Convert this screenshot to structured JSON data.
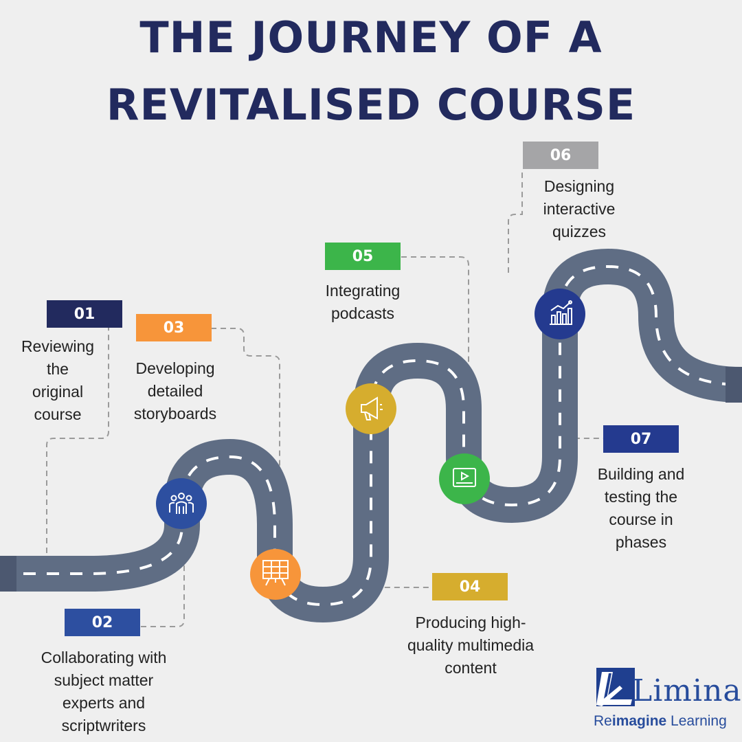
{
  "title": {
    "line1": "THE JOURNEY OF A",
    "line2": "REVITALISED COURSE"
  },
  "steps": [
    {
      "number": "01",
      "text_lines": [
        "Reviewing",
        "the",
        "original",
        "course"
      ],
      "color": "#222a5e",
      "icon": "people-icon"
    },
    {
      "number": "02",
      "text_lines": [
        "Collaborating with",
        "subject matter",
        "experts and",
        "scriptwriters"
      ],
      "color": "#2d4fa0",
      "icon": "team-icon"
    },
    {
      "number": "03",
      "text_lines": [
        "Developing",
        "detailed",
        "storyboards"
      ],
      "color": "#f7953a",
      "icon": "storyboard-icon"
    },
    {
      "number": "04",
      "text_lines": [
        "Producing high-",
        "quality multimedia",
        "content"
      ],
      "color": "#d6ad2e",
      "icon": "megaphone-icon"
    },
    {
      "number": "05",
      "text_lines": [
        "Integrating",
        "podcasts"
      ],
      "color": "#3cb54a",
      "icon": "video-player-icon"
    },
    {
      "number": "06",
      "text_lines": [
        "Designing",
        "interactive",
        "quizzes"
      ],
      "color": "#a5a5a7",
      "icon": "chart-icon"
    },
    {
      "number": "07",
      "text_lines": [
        "Building and",
        "testing the",
        "course in",
        "phases"
      ],
      "color": "#243a8f",
      "icon": "chart-icon"
    }
  ],
  "colors": {
    "road": "#5f6d84",
    "road_end": "#4c5870",
    "lane_marking": "#ffffff",
    "title": "#222a5e",
    "background": "#efefef",
    "brand": "#274c9c"
  },
  "logo": {
    "wordmark": "Limina",
    "tagline_prefix": "Re",
    "tagline_bold": "imagine",
    "tagline_suffix": " Learning"
  }
}
